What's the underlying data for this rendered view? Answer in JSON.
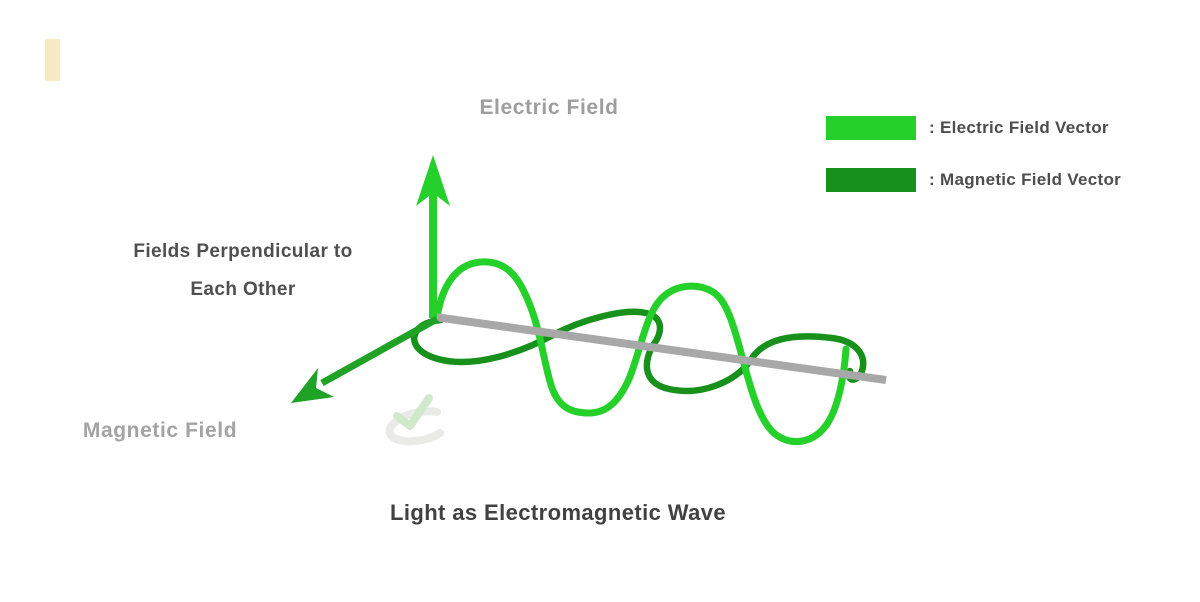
{
  "labels": {
    "electric_axis": "Electric Field",
    "magnetic_axis": "Magnetic Field",
    "perpendicular_note_line1": "Fields Perpendicular to",
    "perpendicular_note_line2": "Each Other",
    "caption": "Light as Electromagnetic Wave"
  },
  "legend": {
    "items": [
      {
        "label": ": Electric Field Vector",
        "color": "#25d02b"
      },
      {
        "label": ": Magnetic Field Vector",
        "color": "#17901c"
      }
    ]
  },
  "colors": {
    "electric_green": "#25d02b",
    "magnetic_green": "#17901c",
    "magnetic_arrow_green": "#20a226",
    "axis_gray": "#a8a8a8",
    "accent_cream": "#f8e9c5",
    "title_gray": "#9e9e9e",
    "note_gray": "#4f4f4f",
    "caption_gray": "#414141",
    "watermark_gray": "#eaeae7",
    "watermark_green": "#cfe9ca"
  },
  "watermark": {
    "icon": "checkmark-swoosh"
  }
}
